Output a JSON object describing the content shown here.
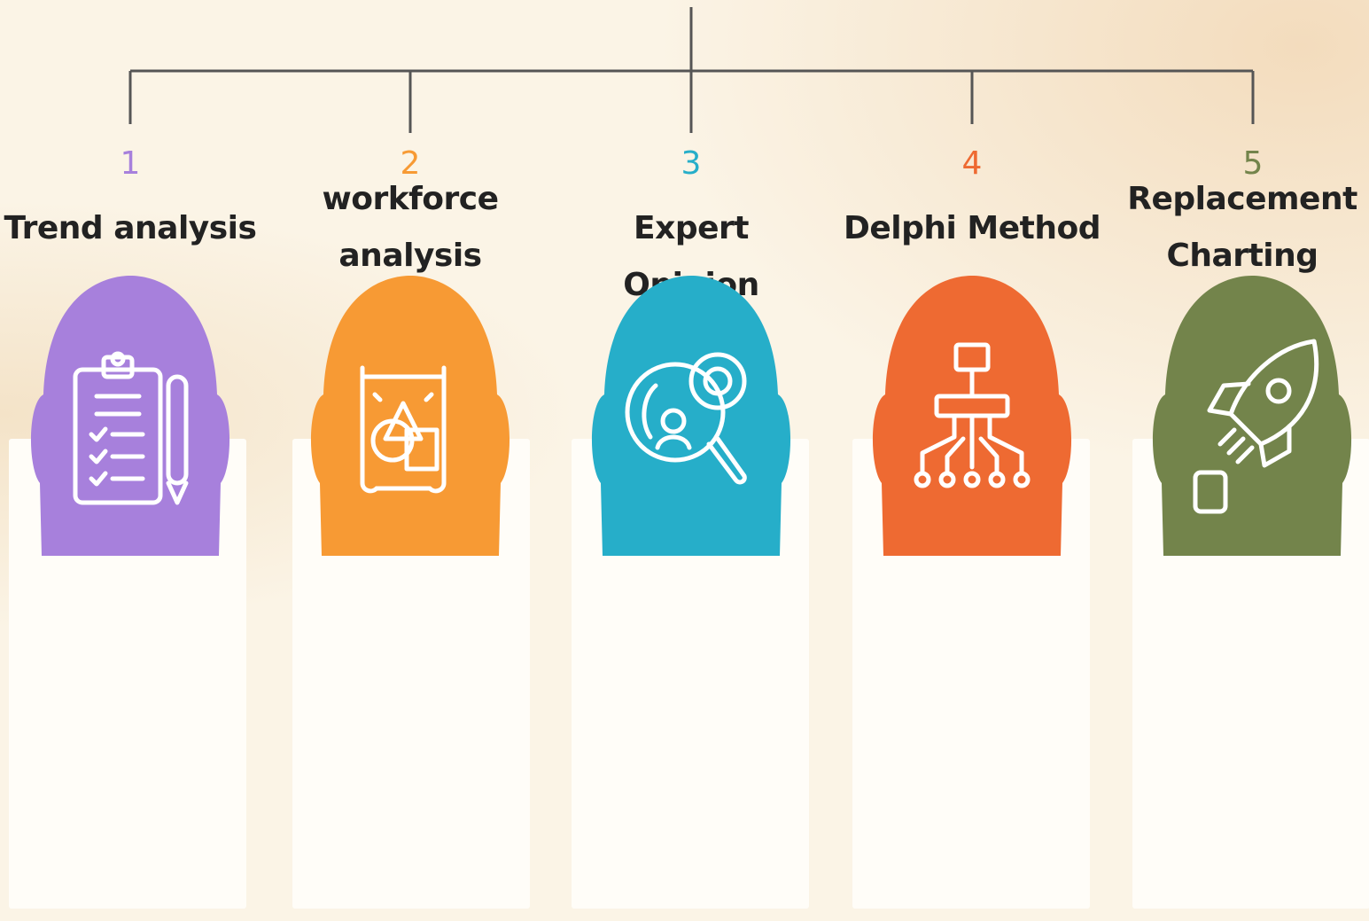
{
  "colors": {
    "background": "#fbf4e6",
    "connector": "#555555",
    "icon_stroke": "#ffffff"
  },
  "steps": [
    {
      "number": "1",
      "title": "Trend analysis",
      "color": "#a780dc",
      "icon": "clipboard-checklist-icon"
    },
    {
      "number": "2",
      "title": "workforce analysis",
      "color": "#f79a34",
      "icon": "blueprint-shapes-icon"
    },
    {
      "number": "3",
      "title": "Expert Opinion",
      "color": "#26aec9",
      "icon": "magnifier-people-icon"
    },
    {
      "number": "4",
      "title": "Delphi Method",
      "color": "#ee6a32",
      "icon": "hierarchy-network-icon"
    },
    {
      "number": "5",
      "title": "Replacement Charting",
      "color": "#73844b",
      "icon": "rocket-icon"
    }
  ]
}
